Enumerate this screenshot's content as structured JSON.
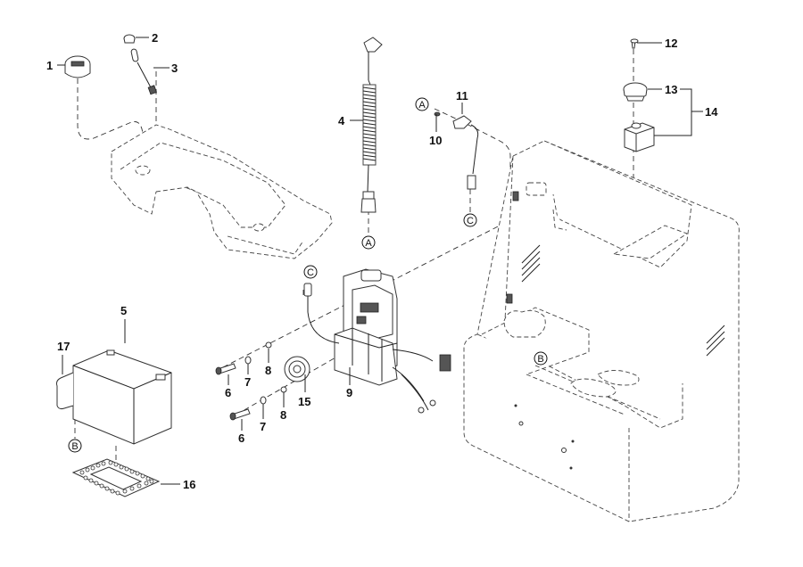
{
  "diagram": {
    "type": "exploded-parts-diagram",
    "callouts": [
      {
        "id": "c1",
        "label": "1"
      },
      {
        "id": "c2",
        "label": "2"
      },
      {
        "id": "c3",
        "label": "3"
      },
      {
        "id": "c4",
        "label": "4"
      },
      {
        "id": "c5",
        "label": "5"
      },
      {
        "id": "c6a",
        "label": "6"
      },
      {
        "id": "c6b",
        "label": "6"
      },
      {
        "id": "c7a",
        "label": "7"
      },
      {
        "id": "c7b",
        "label": "7"
      },
      {
        "id": "c8a",
        "label": "8"
      },
      {
        "id": "c8b",
        "label": "8"
      },
      {
        "id": "c9",
        "label": "9"
      },
      {
        "id": "c10",
        "label": "10"
      },
      {
        "id": "c11",
        "label": "11"
      },
      {
        "id": "c12",
        "label": "12"
      },
      {
        "id": "c13",
        "label": "13"
      },
      {
        "id": "c14",
        "label": "14"
      },
      {
        "id": "c15",
        "label": "15"
      },
      {
        "id": "c16",
        "label": "16"
      },
      {
        "id": "c17",
        "label": "17"
      }
    ],
    "references": [
      {
        "id": "refA1",
        "label": "A"
      },
      {
        "id": "refA2",
        "label": "A"
      },
      {
        "id": "refB1",
        "label": "B"
      },
      {
        "id": "refB2",
        "label": "B"
      },
      {
        "id": "refC1",
        "label": "C"
      },
      {
        "id": "refC2",
        "label": "C"
      }
    ],
    "parts": [
      "battery-discharge-indicator",
      "grommet",
      "key-switch-harness",
      "coiled-charger-cable",
      "battery",
      "screw",
      "washer",
      "nut",
      "charger-controller-assembly",
      "screw-small",
      "switch-connector",
      "screw-top",
      "emergency-stop-button",
      "emergency-stop-assembly",
      "horn",
      "battery-mat",
      "battery-strap",
      "dashboard-cover",
      "chassis-frame"
    ]
  }
}
